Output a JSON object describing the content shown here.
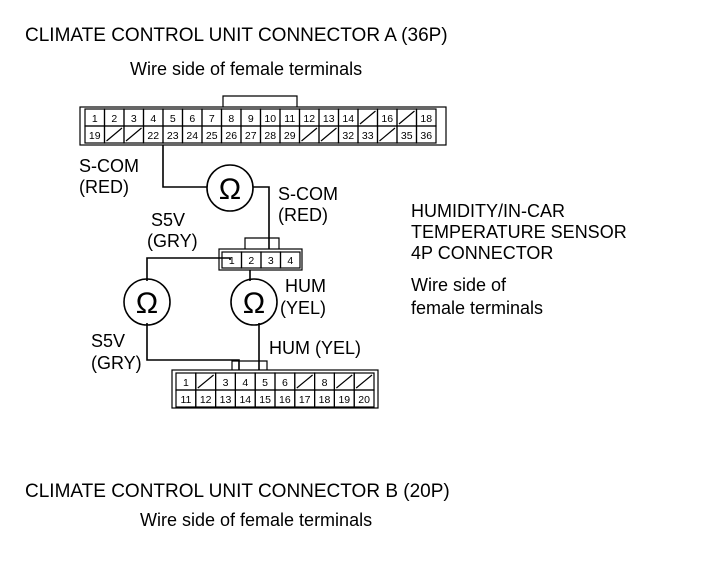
{
  "connector_a": {
    "title": "CLIMATE CONTROL UNIT CONNECTOR A (36P)",
    "subtitle": "Wire side of female terminals",
    "row1": [
      "1",
      "2",
      "3",
      "4",
      "5",
      "6",
      "7",
      "8",
      "9",
      "10",
      "11",
      "12",
      "13",
      "14",
      "/",
      "16",
      "/",
      "18"
    ],
    "row2": [
      "19",
      "/",
      "/",
      "22",
      "23",
      "24",
      "25",
      "26",
      "27",
      "28",
      "29",
      "/",
      "/",
      "32",
      "33",
      "/",
      "35",
      "36"
    ]
  },
  "connector_b": {
    "title": "CLIMATE CONTROL UNIT CONNECTOR B (20P)",
    "subtitle": "Wire side of female terminals",
    "row1": [
      "1",
      "/",
      "3",
      "4",
      "5",
      "6",
      "/",
      "8",
      "/",
      "/"
    ],
    "row2": [
      "11",
      "12",
      "13",
      "14",
      "15",
      "16",
      "17",
      "18",
      "19",
      "20"
    ]
  },
  "sensor": {
    "title_line1": "HUMIDITY/IN-CAR",
    "title_line2": "TEMPERATURE SENSOR",
    "title_line3": "4P CONNECTOR",
    "subtitle_line1": "Wire side of",
    "subtitle_line2": "female terminals",
    "pins": [
      "1",
      "2",
      "3",
      "4"
    ]
  },
  "wires": {
    "scom_a_line1": "S-COM",
    "scom_a_line2": "(RED)",
    "scom_s_line1": "S-COM",
    "scom_s_line2": "(RED)",
    "s5v_s_line1": "S5V",
    "s5v_s_line2": "(GRY)",
    "hum_s_line1": "HUM",
    "hum_s_line2": "(YEL)",
    "s5v_b_line1": "S5V",
    "s5v_b_line2": "(GRY)",
    "hum_b": "HUM (YEL)"
  },
  "ohm_symbol": "Ω"
}
